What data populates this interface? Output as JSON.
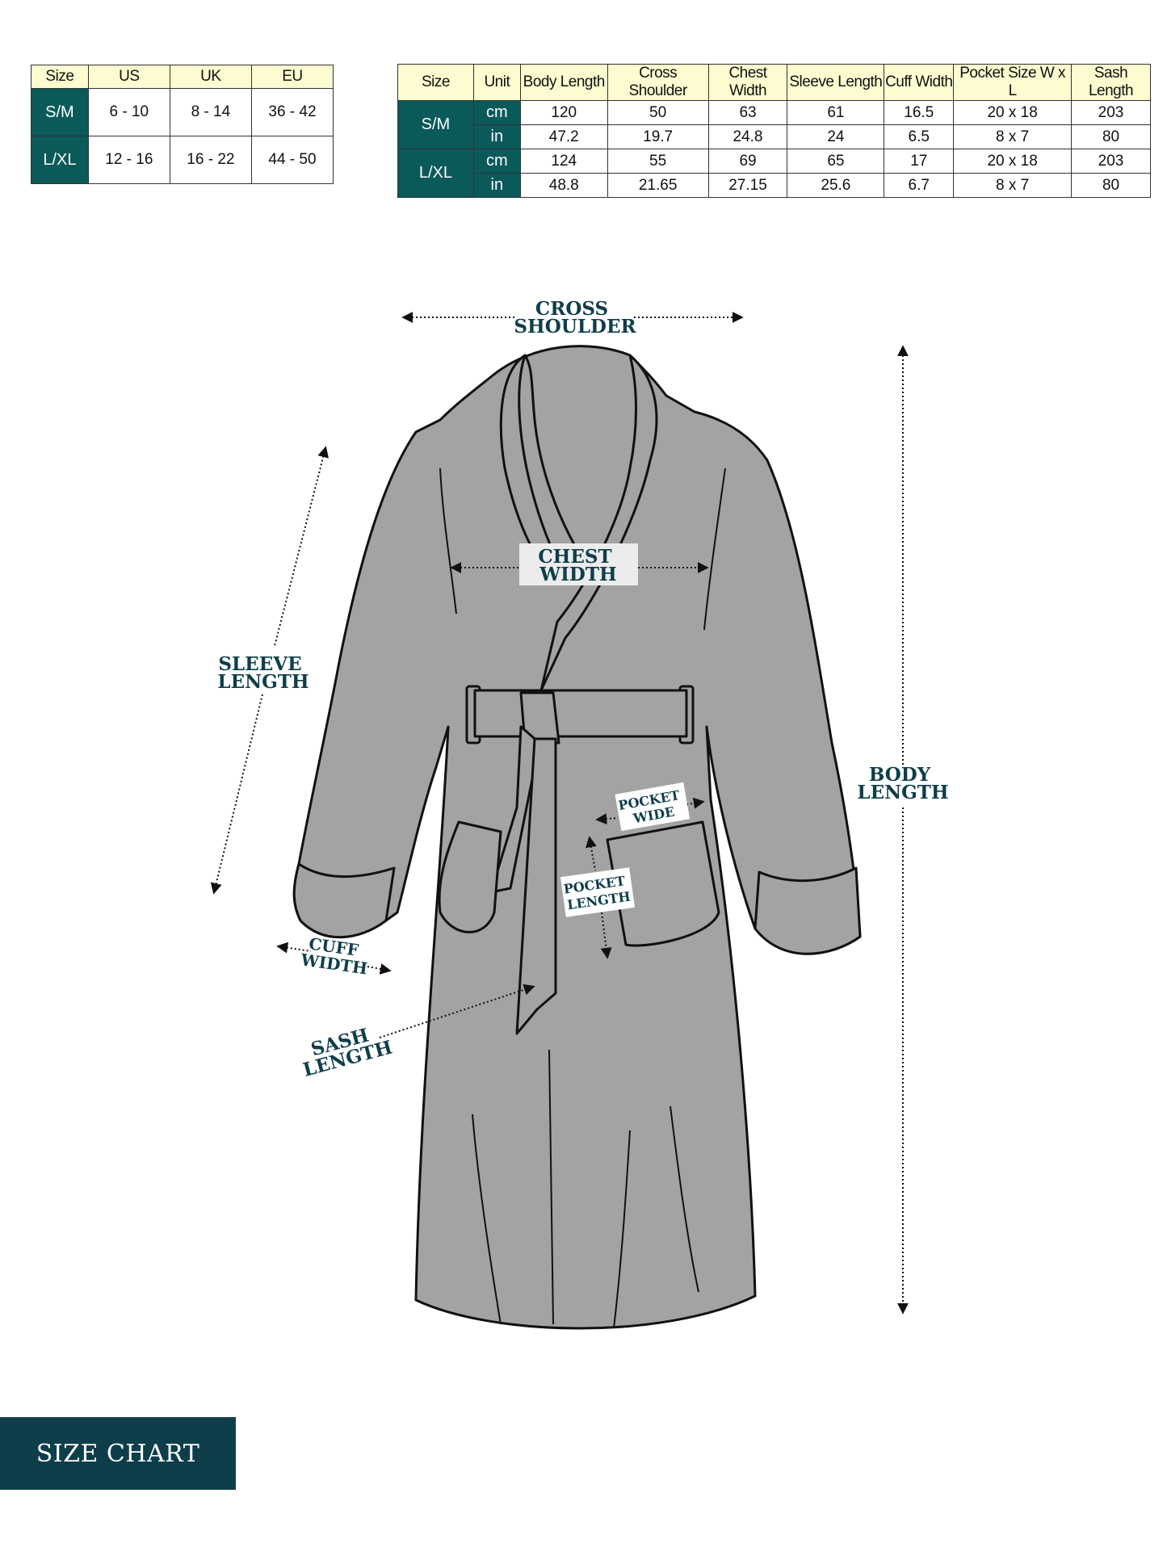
{
  "conversion_table": {
    "headers": [
      "Size",
      "US",
      "UK",
      "EU"
    ],
    "rows": [
      {
        "size": "S/M",
        "us": "6 - 10",
        "uk": "8 - 14",
        "eu": "36 - 42"
      },
      {
        "size": "L/XL",
        "us": "12 - 16",
        "uk": "16 - 22",
        "eu": "44 - 50"
      }
    ]
  },
  "measurement_table": {
    "headers": [
      "Size",
      "Unit",
      "Body Length",
      "Cross Shoulder",
      "Chest Width",
      "Sleeve Length",
      "Cuff Width",
      "Pocket Size W x L",
      "Sash Length"
    ],
    "sizes": [
      {
        "size": "S/M",
        "rows": [
          {
            "unit": "cm",
            "values": [
              "120",
              "50",
              "63",
              "61",
              "16.5",
              "20 x 18",
              "203"
            ]
          },
          {
            "unit": "in",
            "values": [
              "47.2",
              "19.7",
              "24.8",
              "24",
              "6.5",
              "8 x 7",
              "80"
            ]
          }
        ]
      },
      {
        "size": "L/XL",
        "rows": [
          {
            "unit": "cm",
            "values": [
              "124",
              "55",
              "69",
              "65",
              "17",
              "20 x 18",
              "203"
            ]
          },
          {
            "unit": "in",
            "values": [
              "48.8",
              "21.65",
              "27.15",
              "25.6",
              "6.7",
              "8 x 7",
              "80"
            ]
          }
        ]
      }
    ]
  },
  "diagram_labels": {
    "cross_shoulder": [
      "CROSS",
      "SHOULDER"
    ],
    "chest_width": [
      "CHEST",
      "WIDTH"
    ],
    "sleeve_length": [
      "SLEEVE",
      "LENGTH"
    ],
    "body_length": [
      "BODY",
      "LENGTH"
    ],
    "pocket_wide": [
      "POCKET",
      "WIDE"
    ],
    "pocket_length": [
      "POCKET",
      "LENGTH"
    ],
    "cuff_width": [
      "CUFF",
      "WIDTH"
    ],
    "sash_length": [
      "SASH",
      "LENGTH"
    ]
  },
  "banner": {
    "label": "SIZE CHART"
  },
  "colors": {
    "teal": "#0b5a5a",
    "navy": "#0e3e4a",
    "header_yellow": "#fdfbd0",
    "robe_gray": "#a3a3a3"
  }
}
